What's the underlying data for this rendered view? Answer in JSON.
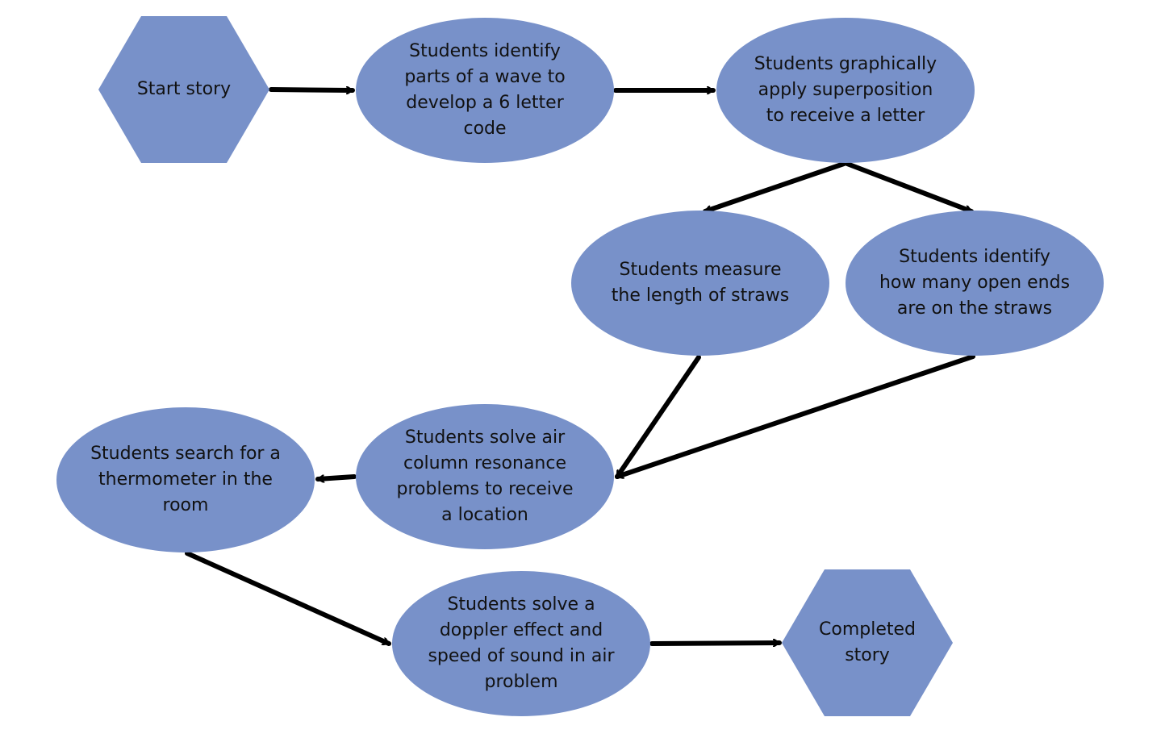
{
  "colors": {
    "node_fill": "#7891c9",
    "edge": "#000000",
    "text": "#111111",
    "background": "#ffffff"
  },
  "nodes": {
    "start_story": {
      "shape": "hexagon",
      "lines": [
        "Start story"
      ]
    },
    "identify_wave_parts": {
      "shape": "ellipse",
      "lines": [
        "Students identify",
        "parts of a wave to",
        "develop a 6 letter",
        "code"
      ]
    },
    "apply_superposition": {
      "shape": "ellipse",
      "lines": [
        "Students graphically",
        "apply superposition",
        "to receive a letter"
      ]
    },
    "measure_straws": {
      "shape": "ellipse",
      "lines": [
        "Students measure",
        "the length of straws"
      ]
    },
    "identify_open_ends": {
      "shape": "ellipse",
      "lines": [
        "Students identify",
        "how many open ends",
        "are on the straws"
      ]
    },
    "air_column_resonance": {
      "shape": "ellipse",
      "lines": [
        "Students solve air",
        "column resonance",
        "problems to receive",
        "a location"
      ]
    },
    "search_thermometer": {
      "shape": "ellipse",
      "lines": [
        "Students search for a",
        "thermometer in the",
        "room"
      ]
    },
    "doppler_effect": {
      "shape": "ellipse",
      "lines": [
        "Students solve a",
        "doppler effect and",
        "speed of sound in air",
        "problem"
      ]
    },
    "completed_story": {
      "shape": "hexagon",
      "lines": [
        "Completed",
        "story"
      ]
    }
  },
  "edges": [
    {
      "from": "start_story",
      "to": "identify_wave_parts"
    },
    {
      "from": "identify_wave_parts",
      "to": "apply_superposition"
    },
    {
      "from": "apply_superposition",
      "to": "measure_straws"
    },
    {
      "from": "apply_superposition",
      "to": "identify_open_ends"
    },
    {
      "from": "measure_straws",
      "to": "air_column_resonance"
    },
    {
      "from": "identify_open_ends",
      "to": "air_column_resonance"
    },
    {
      "from": "air_column_resonance",
      "to": "search_thermometer"
    },
    {
      "from": "search_thermometer",
      "to": "doppler_effect"
    },
    {
      "from": "doppler_effect",
      "to": "completed_story"
    }
  ]
}
